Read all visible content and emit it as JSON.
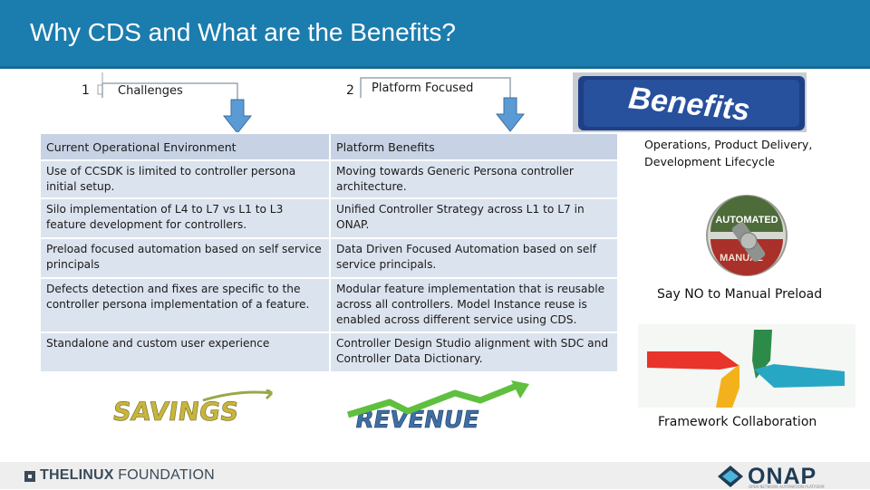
{
  "header": {
    "title": "Why CDS and What are the Benefits?"
  },
  "steps": [
    {
      "number": "1",
      "label": "Challenges"
    },
    {
      "number": "2",
      "label": "Platform Focused"
    }
  ],
  "table": {
    "headers": [
      "Current Operational Environment",
      "Platform Benefits"
    ],
    "rows": [
      [
        "Use of CCSDK is limited to controller persona initial setup.",
        "Moving towards Generic Persona controller architecture."
      ],
      [
        "Silo implementation of L4 to L7 vs L1 to L3 feature development for controllers.",
        "Unified Controller Strategy across L1 to L7 in ONAP."
      ],
      [
        "Preload focused automation based on self service principals",
        "Data Driven Focused Automation based on self service principals."
      ],
      [
        "Defects detection and fixes are specific to the controller persona implementation of a feature.",
        "Modular feature implementation that is reusable across all controllers. Model Instance reuse is enabled across different service using CDS."
      ],
      [
        "Standalone and custom  user experience",
        "Controller Design Studio alignment with SDC and Controller Data Dictionary."
      ]
    ]
  },
  "images": {
    "benefits_key": "Benefits",
    "automated_switch": {
      "top": "AUTOMATED",
      "bottom": "MANUAL"
    },
    "savings": "SAVINGS",
    "revenue": "REVENUE"
  },
  "side": {
    "benefits_caption_line1": "Operations, Product Delivery,",
    "benefits_caption_line2": "Development Lifecycle",
    "manual_caption": "Say NO to Manual Preload",
    "collab_caption": "Framework Collaboration"
  },
  "footer": {
    "lf_logo_bold": "THELINUX",
    "lf_logo_rest": " FOUNDATION",
    "onap_logo": "ONAP",
    "onap_tagline": "OPEN NETWORK AUTOMATION PLATFORM"
  },
  "colors": {
    "header": "#1b7cae",
    "table_head": "#c7d3e4",
    "table_cell": "#dbe3ee",
    "arrow": "#5b9bd5"
  }
}
